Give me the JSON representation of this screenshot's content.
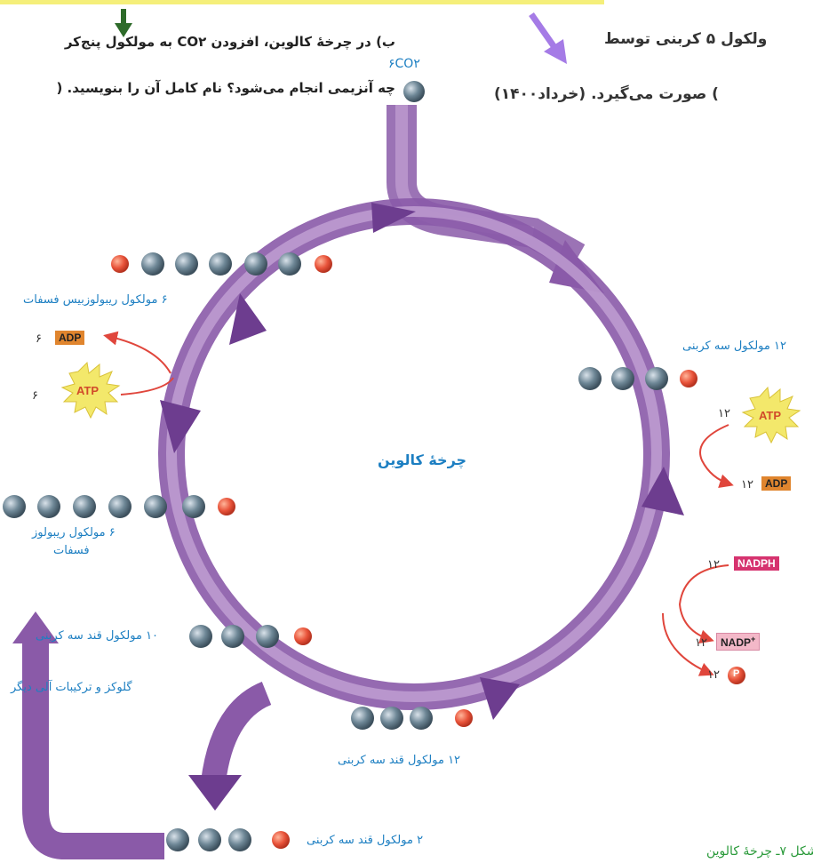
{
  "header": {
    "line1_left": "ب) در چرخهٔ کالوین، افزودن CO۲ به مولکول پنج‌کر",
    "line2_left": "چه آنزیمی انجام می‌شود؟ نام کامل آن را بنویسید. (",
    "line1_right": "ولکول ۵ کربنی توسط",
    "line2_right": ") صورت می‌گیرد. (خرداد۱۴۰۰)"
  },
  "diagram": {
    "co2_label": "۶CO۲",
    "center_title": "چرخهٔ کالوین",
    "caption": "شکل ۷ـ چرخهٔ کالوین",
    "labels": {
      "ribulose_bisphosphate": "۶ مولکول ریبولوزبیس فسفات",
      "three_carbon_right": "۱۲ مولکول سه کربنی",
      "ribulose_phosphate_line1": "۶ مولکول ریبولوز",
      "ribulose_phosphate_line2": "فسفات",
      "ten_sugar": "۱۰ مولکول قند سه کربنی",
      "glucose_other": "گلوکز و ترکیبات آلی دیگر",
      "twelve_sugar": "۱۲ مولکول قند سه کربنی",
      "two_sugar": "۲ مولکول قند سه کربنی"
    },
    "cofactors": {
      "adp_left_count": "۶",
      "adp_left": "ADP",
      "atp_left_count": "۶",
      "atp_left": "ATP",
      "atp_right_count": "۱۲",
      "atp_right": "ATP",
      "adp_right_count": "۱۲",
      "adp_right": "ADP",
      "nadph_count": "۱۲",
      "nadph": "NADPH",
      "nadp_count": "۱۲",
      "nadp": "NADP",
      "nadp_sup": "+",
      "pi_count": "۱۲",
      "pi": "P"
    },
    "colors": {
      "cycle": "#8a5aa8",
      "cycle_light": "#c9a9d9",
      "label_blue": "#1d7fc2",
      "caption_green": "#2a9a3a",
      "adp_box": "#e0852e",
      "nadph_box": "#d6336f",
      "nadp_box": "#f3b8c8",
      "reaction_arrow": "#e0463c",
      "top_green_arrow": "#2e6b2a",
      "top_purple_arrow": "#a57be6",
      "highlight": "#f5ef7a"
    }
  }
}
